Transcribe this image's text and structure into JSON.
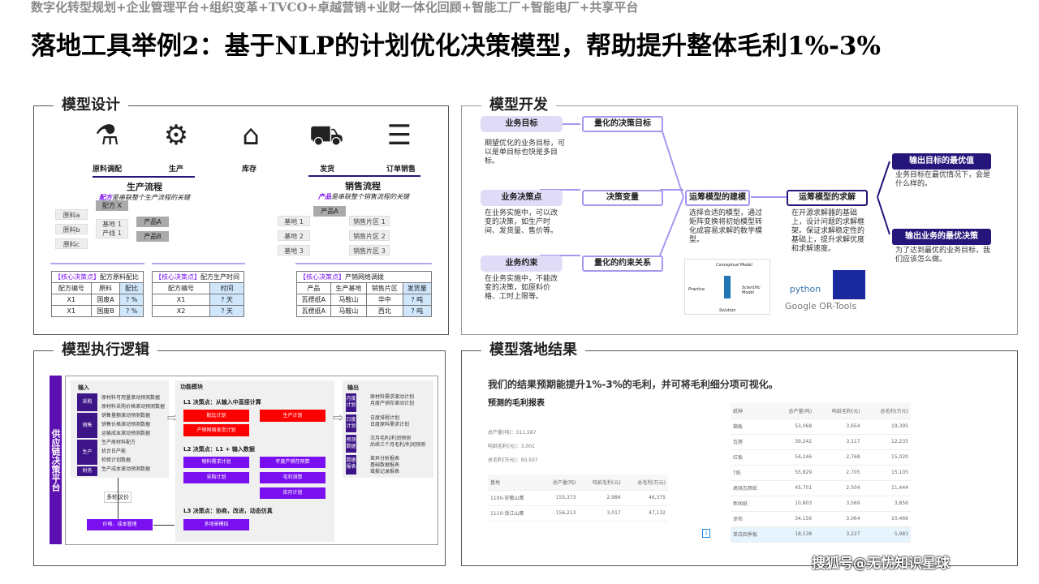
{
  "header": "数字化转型规划+企业管理平台+组织变革+TVCO+卓越营销+业财一体化回顾+智能工厂+智能电厂+共享平台",
  "title": "落地工具举例2：基于NLP的计划优化决策模型，帮助提升整体毛利1%-3%",
  "design": {
    "title": "模型设计",
    "steps": [
      "原料调配",
      "生产",
      "库存",
      "发货",
      "订单销售"
    ],
    "prod_flow": "生产流程",
    "prod_key_em": "配方",
    "prod_key": "是串联整个生产流程的关键",
    "sales_flow": "销售流程",
    "sales_key_em": "产品",
    "sales_key": "是串联整个销售流程的关键",
    "recipe": "配方 X",
    "materials": [
      "原料a",
      "原料b",
      "原料c"
    ],
    "base_line": "基地 1\n产线 1",
    "products": [
      "产品A",
      "产品B"
    ],
    "product_a": "产品A",
    "bases": [
      "基地 1",
      "基地 2",
      "基地 3"
    ],
    "regions": [
      "销售片区 1",
      "销售片区 2",
      "销售片区 3"
    ],
    "core": "【核心决策点】",
    "t1": {
      "title": "配方原料配比",
      "head": [
        "配方编号",
        "原料",
        "配比"
      ],
      "rows": [
        [
          "X1",
          "国废A",
          "? %"
        ],
        [
          "X1",
          "国废B",
          "? %"
        ]
      ]
    },
    "t2": {
      "title": "配方生产时间",
      "head": [
        "配方编号",
        "时间"
      ],
      "rows": [
        [
          "X1",
          "? 天"
        ],
        [
          "X2",
          "? 天"
        ]
      ]
    },
    "t3": {
      "title": "产销网络调拨",
      "head": [
        "产品",
        "生产基地",
        "销售片区",
        "发货量"
      ],
      "rows": [
        [
          "瓦楞纸A",
          "马鞍山",
          "华中",
          "? 吨"
        ],
        [
          "瓦楞纸A",
          "马鞍山",
          "西北",
          "? 吨"
        ]
      ]
    }
  },
  "dev": {
    "title": "模型开发",
    "left": [
      {
        "label": "业务目标",
        "q": "量化的决策目标",
        "desc": "期望优化的业务目标，可以是单目标也快是多目标。"
      },
      {
        "label": "业务决策点",
        "q": "决策变量",
        "desc": "在业务实施中，可以改变的决策，如生产时间、发货量、售价等。"
      },
      {
        "label": "业务约束",
        "q": "量化的约束关系",
        "desc": "在业务实施中，不能改变的决策，如原料价格、工时上限等。"
      }
    ],
    "build": "运筹模型的建模",
    "build_desc": "选择合适的模型，通过矩阵变换将初始模型转化成容易求解的数学模型。",
    "solve": "运筹模型的求解",
    "solve_desc": "在开源求解器的基础上，设计问题的求解框架。保证求解稳定性的基础上，提升求解优度和求解速度。",
    "out1": "输出目标的最优值",
    "out1_desc": "业务目标在最优情况下，会是什么样的。",
    "out2": "输出业务的最优决策",
    "out2_desc": "为了达到最优的业务目标，我们应该怎么做。",
    "diagram": [
      "Conceptual Model",
      "Scientific Model",
      "Solution",
      "Practice"
    ],
    "logos": [
      "python",
      "Google OR-Tools"
    ]
  },
  "exec": {
    "title": "模型执行逻辑",
    "platform": "供应链决策平台",
    "input": "输入",
    "groups": [
      {
        "label": "采购",
        "items": [
          "原材料可用量滚动预测数据",
          "原材料采购价格滚动预测数据"
        ]
      },
      {
        "label": "销售",
        "items": [
          "销售量额滚动预测数据",
          "销售价格滚动预测数据",
          "运输成本滚动预测数据"
        ]
      },
      {
        "label": "生产",
        "items": [
          "生产原材料配方",
          "机台日产能",
          "检修计划数据"
        ]
      },
      {
        "label": "财务",
        "items": [
          "生产成本滚动预测数据"
        ]
      }
    ],
    "func": "功能模块",
    "l1": "L1 决策点：从输入中直接计算",
    "l1_items": [
      "配比计划",
      "生产计划",
      "产销网络发货计划"
    ],
    "l2": "L2 决策点：L1 + 输入数据",
    "l2_items": [
      "物料需求计划",
      "年度产销存预算",
      "采购计划",
      "毛利测算",
      "库存计划"
    ],
    "l3": "L3 决策点：协商，改进，动态仿真",
    "l3_items": [
      "多场景模拟"
    ],
    "negotiate": "多轮议价",
    "price": "价格、成本管理",
    "output": "输出",
    "outs": [
      {
        "label": "月度计划",
        "items": [
          "原材料需求滚动计划",
          "月度产销存滚动计划"
        ]
      },
      {
        "label": "日度计划",
        "items": [
          "日度排程计划",
          "日度原料需求计划"
        ]
      },
      {
        "label": "预测数据",
        "items": [
          "次月毛利/利润预测",
          "后续三个月毛利/利润预测"
        ]
      },
      {
        "label": "数据报表",
        "items": [
          "差异分析报表",
          "基础数据报表",
          "填报记录报表"
        ]
      }
    ]
  },
  "result": {
    "title": "模型落地结果",
    "headline": "我们的结果预期能提升1%-3%的毛利，并可将毛利细分项可视化。",
    "report": "预测的毛利报表",
    "summary": [
      "总产量(吨)：311,587",
      "吨纸毛利(元)：3,001",
      "总毛利(万元)：93,507"
    ],
    "base_table": {
      "head": [
        "基地",
        "总产量(吨)",
        "吨纸毛利(元)",
        "总毛利(万元)"
      ],
      "rows": [
        [
          "1100-安徽山鹰",
          "155,373",
          "2,984",
          "46,375"
        ],
        [
          "1110-浙江山鹰",
          "156,213",
          "3,017",
          "47,132"
        ]
      ]
    },
    "page": "1",
    "type_table": {
      "head": [
        "纸种",
        "总产量(吨)",
        "吨纸毛利(元)",
        "总毛利(万元)"
      ],
      "rows": [
        [
          "箱板",
          "53,068",
          "3,654",
          "19,395"
        ],
        [
          "瓦楞",
          "39,242",
          "3,117",
          "12,235"
        ],
        [
          "红板",
          "54,246",
          "2,768",
          "15,020"
        ],
        [
          "T纸",
          "55,829",
          "2,705",
          "15,105"
        ],
        [
          "高强瓦楞纸",
          "45,701",
          "2,504",
          "11,444"
        ],
        [
          "新闻纸",
          "10,803",
          "3,569",
          "3,856"
        ],
        [
          "涂布",
          "34,156",
          "3,064",
          "10,466"
        ],
        [
          "单白四季板",
          "18,538",
          "3,227",
          "5,983"
        ]
      ]
    }
  },
  "watermark": "搜狐号@无忧知识星球",
  "colors": {
    "purple": "#5b2bbd",
    "navy": "#24167a",
    "red": "#ff0000",
    "violet": "#7a10f0"
  }
}
